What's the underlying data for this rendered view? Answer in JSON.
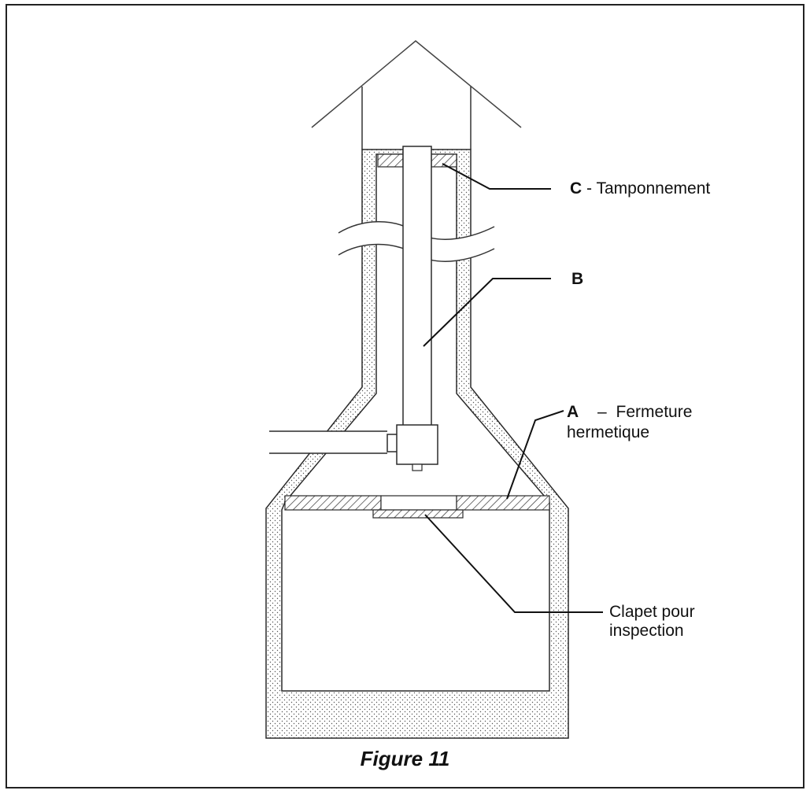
{
  "figure": {
    "caption": "Figure 11",
    "labels": {
      "c_letter": "C",
      "c_text": "- Tamponnement",
      "b_letter": "B",
      "a_letter": "A",
      "a_dash": "–",
      "a_line1": "Fermeture",
      "a_line2": "hermetique",
      "clapet_line1": "Clapet pour",
      "clapet_line2": "inspection"
    }
  },
  "colors": {
    "line": "#2a2a2a",
    "insulation_dot": "#555555",
    "hatch": "#333333",
    "background": "#ffffff"
  }
}
